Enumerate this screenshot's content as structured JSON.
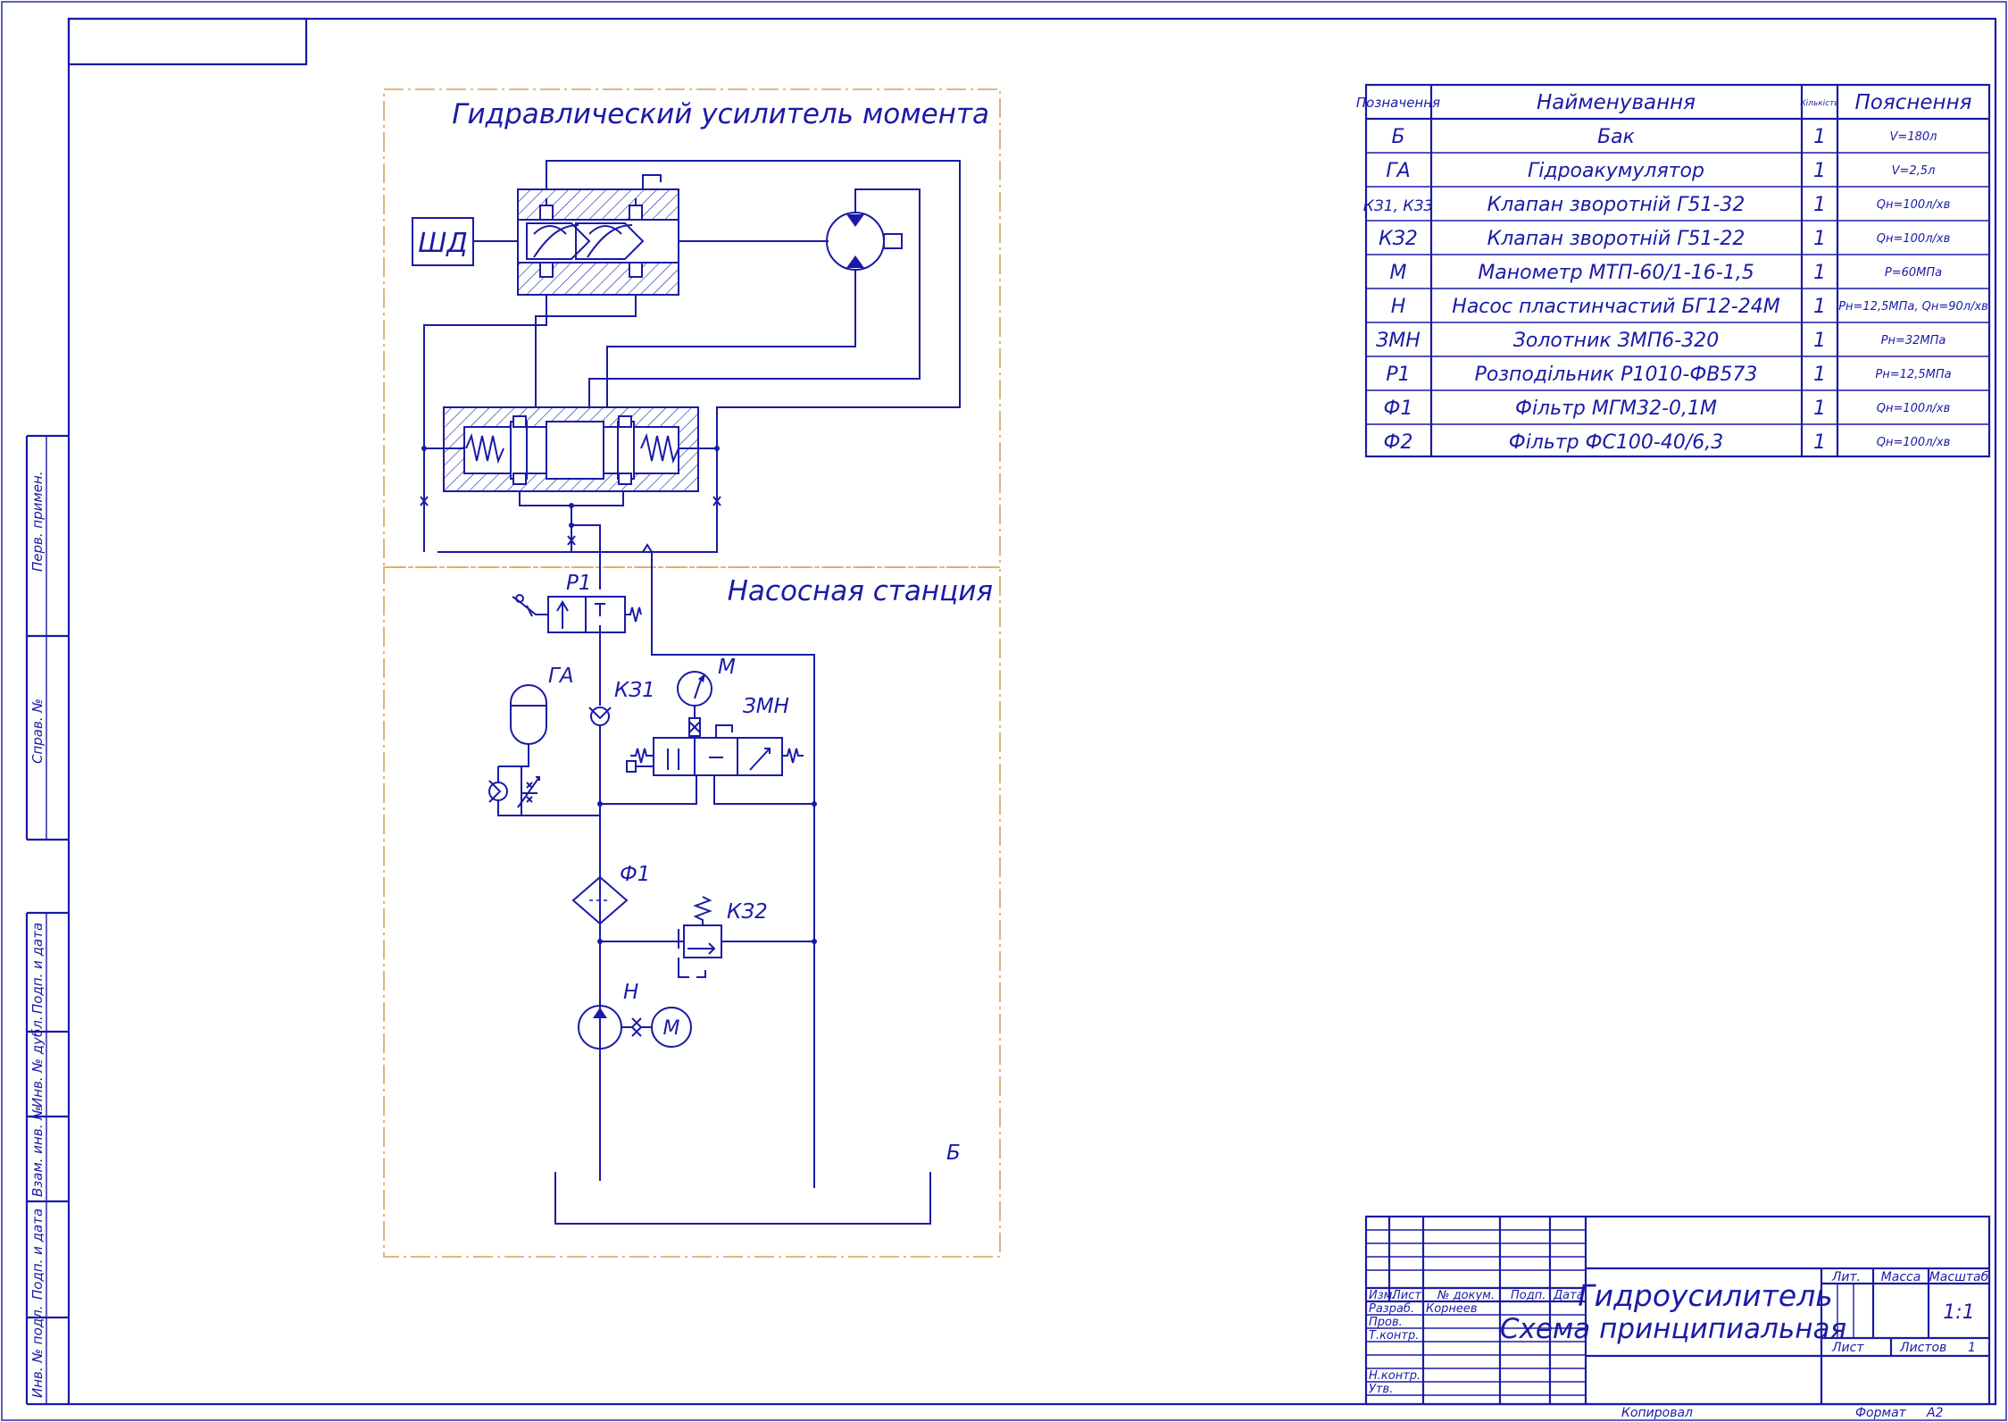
{
  "colors": {
    "ink": "#1a1aa6",
    "boundary": "#d6a254",
    "paper": "#ffffff"
  },
  "diagram": {
    "section_top_title": "Гидравлический усилитель момента",
    "section_bottom_title": "Насосная станция",
    "labels": {
      "shd": "ШД",
      "r1": "Р1",
      "ga": "ГА",
      "k31": "КЗ1",
      "m": "М",
      "zmn": "ЗМН",
      "f1": "Ф1",
      "k32": "КЗ2",
      "n": "Н",
      "motor": "М",
      "tank": "Б"
    }
  },
  "spec_table": {
    "headers": {
      "designation": "Позначення",
      "name": "Найменування",
      "qty": "Кількість",
      "note": "Пояснення"
    },
    "rows": [
      {
        "designation": "Б",
        "name": "Бак",
        "qty": "1",
        "note": "V=180л"
      },
      {
        "designation": "ГА",
        "name": "Гідроакумулятор",
        "qty": "1",
        "note": "V=2,5л"
      },
      {
        "designation": "КЗ1, КЗ3",
        "name": "Клапан зворотній Г51-32",
        "qty": "1",
        "note": "Qн=100л/хв"
      },
      {
        "designation": "КЗ2",
        "name": "Клапан зворотній Г51-22",
        "qty": "1",
        "note": "Qн=100л/хв"
      },
      {
        "designation": "М",
        "name": "Манометр МТП-60/1-16-1,5",
        "qty": "1",
        "note": "P=60МПа"
      },
      {
        "designation": "Н",
        "name": "Насос пластинчастий БГ12-24М",
        "qty": "1",
        "note": "Pн=12,5МПа, Qн=90л/хв"
      },
      {
        "designation": "ЗМН",
        "name": "Золотник ЗМП6-320",
        "qty": "1",
        "note": "Pн=32МПа"
      },
      {
        "designation": "Р1",
        "name": "Розподільник Р1010-ФВ573",
        "qty": "1",
        "note": "Pн=12,5МПа"
      },
      {
        "designation": "Ф1",
        "name": "Фільтр МГМ32-0,1М",
        "qty": "1",
        "note": "Qн=100л/хв"
      },
      {
        "designation": "Ф2",
        "name": "Фільтр ФС100-40/6,3",
        "qty": "1",
        "note": "Qн=100л/хв"
      }
    ]
  },
  "side_stamp": {
    "perv_primen": "Перв. примен.",
    "sprav_no": "Справ. №",
    "podp_data_1": "Подп. и дата",
    "inv_dubl": "Инв. № дубл.",
    "vzam_inv": "Взам. инв. №",
    "podp_data_2": "Подп. и дата",
    "inv_podl": "Инв. № подл."
  },
  "title_block": {
    "title_line1": "Гидроусилитель",
    "title_line2": "Схема принципиальная",
    "col_izm": "Изм.",
    "col_list": "Лист",
    "col_doc": "№ докум.",
    "col_podp": "Подп.",
    "col_data": "Дата",
    "razrab": "Разраб.",
    "razrab_name": "Корнеев",
    "prov": "Пров.",
    "tkontr": "Т.контр.",
    "nkontr": "Н.контр.",
    "utv": "Утв.",
    "lit": "Лит.",
    "massa": "Масса",
    "masshtab": "Масштаб",
    "scale_value": "1:1",
    "list_label": "Лист",
    "listov_label": "Листов",
    "listov_value": "1",
    "kopiroval": "Копировал",
    "format_label": "Формат",
    "format_value": "A2"
  }
}
